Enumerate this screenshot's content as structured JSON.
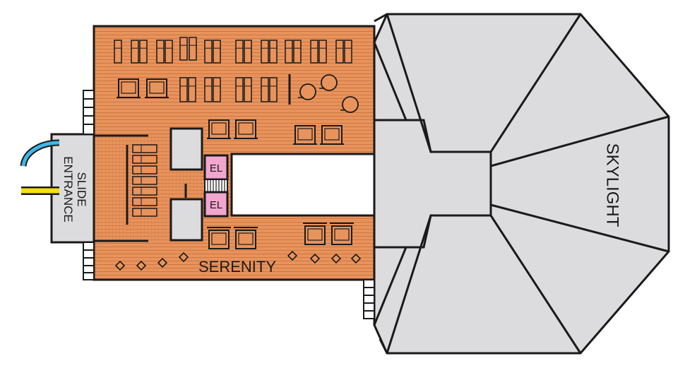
{
  "labels": {
    "skylight": "SKYLIGHT",
    "serenity": "SERENITY",
    "slide_entrance_line1": "SLIDE",
    "slide_entrance_line2": "ENTRANCE",
    "elevator_top": "EL",
    "elevator_bottom": "EL"
  },
  "colors": {
    "deck_wood": "#E8935C",
    "deck_lines": "#C7703D",
    "skylight_gray": "#DCDCDE",
    "outline": "#1a1a1a",
    "elevator_pink": "#F2A6CF",
    "slide_blue": "#3FB7E8",
    "slide_yellow": "#F6DE12"
  }
}
